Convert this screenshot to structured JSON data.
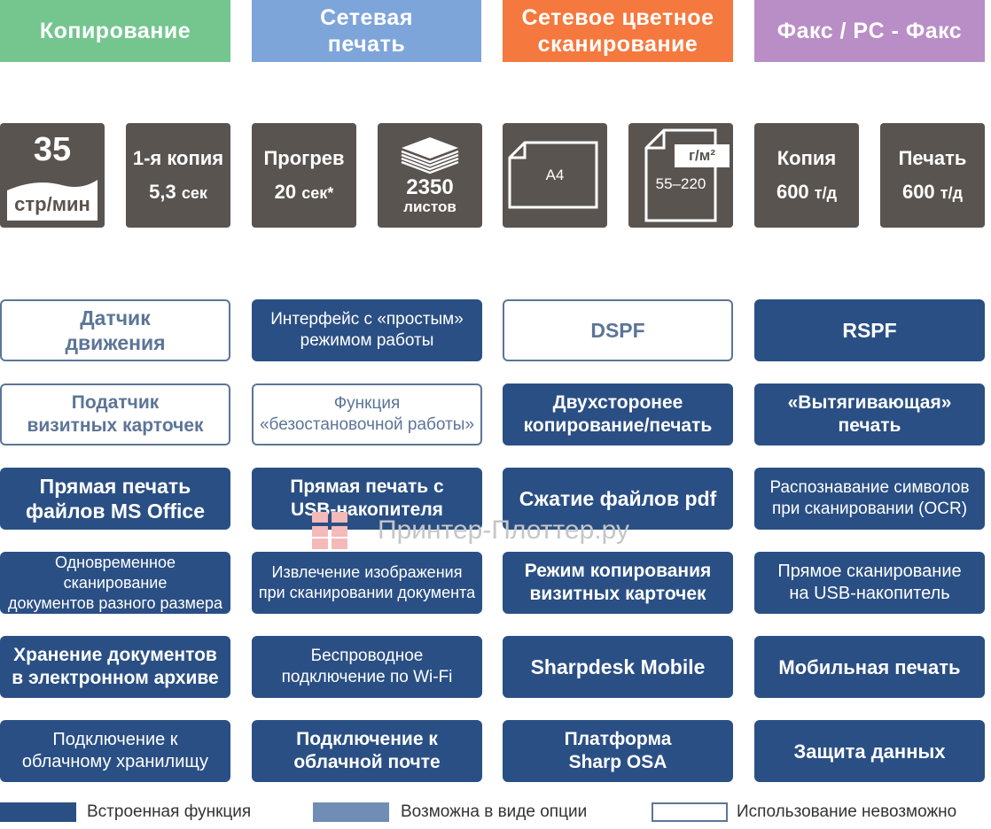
{
  "colors": {
    "copy_header": "#74c68e",
    "net_print_header": "#7ea5da",
    "scan_header": "#f5793e",
    "fax_header": "#b98ec7",
    "spec_tile": "#5a5450",
    "builtin": "#2a4f84",
    "optional": "#6f8db5",
    "unavailable_border": "#5c7598"
  },
  "headers": [
    {
      "label": "Копирование"
    },
    {
      "label": "Сетевая\nпечать"
    },
    {
      "label": "Сетевое цветное\nсканирование"
    },
    {
      "label": "Факс / PC - Факс"
    }
  ],
  "specs": {
    "speed": {
      "value": "35",
      "unit": "стр/мин",
      "icon": "page-stack-icon"
    },
    "first_copy": {
      "label": "1-я копия",
      "value": "5,3",
      "unit": "сек"
    },
    "warmup": {
      "label": "Прогрев",
      "value": "20",
      "unit": "сек*"
    },
    "capacity": {
      "value": "2350",
      "unit": "листов",
      "icon": "paper-stack-icon"
    },
    "paper_size": {
      "value": "A4",
      "icon": "paper-size-icon"
    },
    "paper_weight": {
      "unit": "г/м²",
      "value": "55–220",
      "icon": "paper-weight-icon"
    },
    "copy_res": {
      "label": "Копия",
      "value": "600",
      "unit": "т/д"
    },
    "print_res": {
      "label": "Печать",
      "value": "600",
      "unit": "т/д"
    }
  },
  "features": [
    {
      "label": "Датчик\nдвижения",
      "status": "unavailable"
    },
    {
      "label": "Интерфейс с «простым»\nрежимом работы",
      "status": "builtin"
    },
    {
      "label": "DSPF",
      "status": "unavailable"
    },
    {
      "label": "RSPF",
      "status": "builtin"
    },
    {
      "label": "Податчик\nвизитных карточек",
      "status": "unavailable"
    },
    {
      "label": "Функция\n«безостановочной работы»",
      "status": "unavailable"
    },
    {
      "label": "Двухсторонее\nкопирование/печать",
      "status": "builtin"
    },
    {
      "label": "«Вытягивающая»\nпечать",
      "status": "builtin"
    },
    {
      "label": "Прямая печать\nфайлов MS Office",
      "status": "builtin"
    },
    {
      "label": "Прямая печать с\nUSB-накопителя",
      "status": "builtin"
    },
    {
      "label": "Сжатие файлов pdf",
      "status": "builtin"
    },
    {
      "label": "Распознавание символов\nпри сканировании (OCR)",
      "status": "builtin"
    },
    {
      "label": "Одновременное сканирование\nдокументов разного размера",
      "status": "builtin"
    },
    {
      "label": "Извлечение изображения\nпри сканировании документа",
      "status": "builtin"
    },
    {
      "label": "Режим копирования\nвизитных карточек",
      "status": "builtin"
    },
    {
      "label": "Прямое сканирование\nна  USB-накопитель",
      "status": "builtin"
    },
    {
      "label": "Хранение документов\nв электронном архиве",
      "status": "builtin"
    },
    {
      "label": "Беспроводное\nподключение по Wi-Fi",
      "status": "builtin"
    },
    {
      "label": "Sharpdesk Mobile",
      "status": "builtin"
    },
    {
      "label": "Мобильная печать",
      "status": "builtin"
    },
    {
      "label": "Подключение к\nоблачному хранилищу",
      "status": "builtin"
    },
    {
      "label": "Подключение к\nоблачной почте",
      "status": "builtin"
    },
    {
      "label": "Платформа\nSharp OSA",
      "status": "builtin"
    },
    {
      "label": "Защита данных",
      "status": "builtin"
    }
  ],
  "legend": [
    {
      "label": "Встроенная функция",
      "status": "builtin"
    },
    {
      "label": "Возможна в виде опции",
      "status": "optional"
    },
    {
      "label": "Использование невозможно",
      "status": "unavailable"
    }
  ],
  "watermark": {
    "text": "Принтер-Плоттер.ру"
  }
}
